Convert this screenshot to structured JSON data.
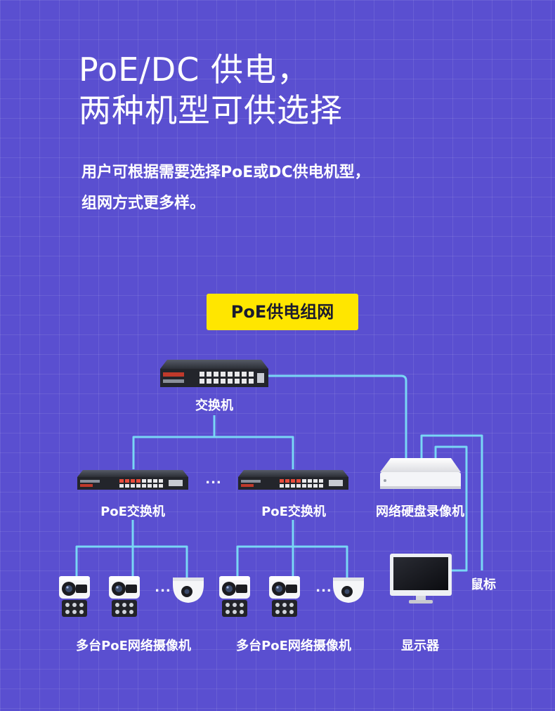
{
  "header": {
    "title_line1": "PoE/DC 供电，",
    "title_line2": "两种机型可供选择",
    "subtitle_line1": "用户可根据需要选择PoE或DC供电机型，",
    "subtitle_line2": "组网方式更多样。"
  },
  "diagram": {
    "badge": "PoE供电组网",
    "core_switch": "交换机",
    "poe_switch_1": "PoE交换机",
    "poe_switch_2": "PoE交换机",
    "nvr": "网络硬盘录像机",
    "mouse": "鼠标",
    "monitor": "显示器",
    "camera_group_1": "多台PoE网络摄像机",
    "camera_group_2": "多台PoE网络摄像机",
    "ellipsis": "..."
  },
  "colors": {
    "background": "#5a4fd0",
    "connector": "#79d6f5",
    "badge": "#ffe600"
  }
}
